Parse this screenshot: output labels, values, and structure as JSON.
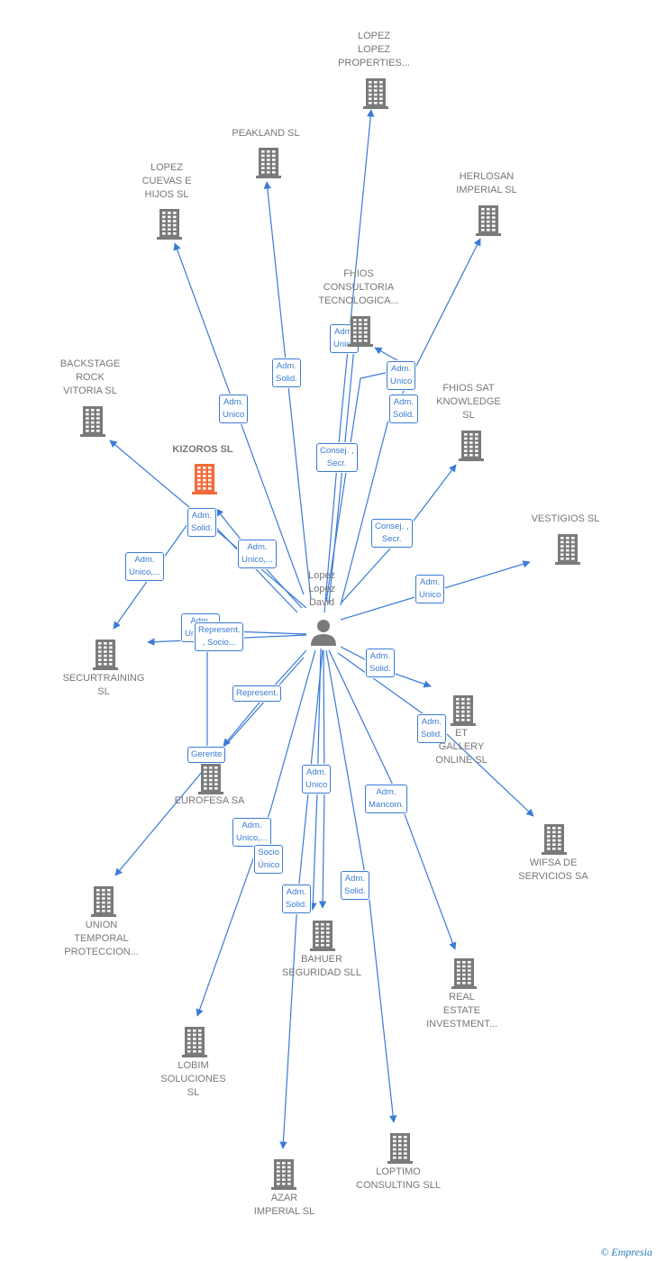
{
  "colors": {
    "edge": "#3a7bd5",
    "node_text": "#777777",
    "building": "#7a7a7a",
    "building_highlight": "#f26b3a"
  },
  "center": {
    "name": "Lopez\nLopez\nDavid",
    "icon": "person-icon"
  },
  "companies": [
    {
      "id": "lopez_lopez",
      "label": "LOPEZ\nLOPEZ\nPROPERTIES..."
    },
    {
      "id": "peakland",
      "label": "PEAKLAND SL"
    },
    {
      "id": "lopez_cuevas",
      "label": "LOPEZ\nCUEVAS E\nHIJOS SL"
    },
    {
      "id": "herlosan",
      "label": "HERLOSAN\nIMPERIAL  SL"
    },
    {
      "id": "fhios_consultoria",
      "label": "FHIOS\nCONSULTORIA\nTECNOLOGICA..."
    },
    {
      "id": "backstage",
      "label": "BACKSTAGE\nROCK\nVITORIA  SL"
    },
    {
      "id": "fhios_sat",
      "label": "FHIOS SAT\nKNOWLEDGE\nSL"
    },
    {
      "id": "kizoros",
      "label": "KIZOROS  SL",
      "highlight": true
    },
    {
      "id": "vestigios",
      "label": "VESTIGIOS SL"
    },
    {
      "id": "securtraining",
      "label": "SECURTRAINING\nSL"
    },
    {
      "id": "et_gallery",
      "label": "ET\nGALLERY\nONLINE  SL"
    },
    {
      "id": "eurofesa",
      "label": "EUROFESA SA"
    },
    {
      "id": "wifsa",
      "label": "WIFSA DE\nSERVICIOS SA"
    },
    {
      "id": "union_temporal",
      "label": "UNION\nTEMPORAL\nPROTECCION..."
    },
    {
      "id": "bahuer",
      "label": "BAHUER\nSEGURIDAD SLL"
    },
    {
      "id": "real_estate",
      "label": "REAL\nESTATE\nINVESTMENT..."
    },
    {
      "id": "lobim",
      "label": "LOBIM\nSOLUCIONES\nSL"
    },
    {
      "id": "loptimo",
      "label": "LOPTIMO\nCONSULTING SLL"
    },
    {
      "id": "azar",
      "label": "AZAR\nIMPERIAL  SL"
    }
  ],
  "roles": [
    "Adm.\nUnico",
    "Adm.\nSolid.",
    "Adm.\nUnico",
    "Adm.\nUnico",
    "Adm.\nSolid.",
    "Consej. ,\nSecr.",
    "Adm.\nSolid.",
    "Adm.\nUnico,...",
    "Adm.\nUnico,...",
    "Consej. ,\nSecr.",
    "Adm.\nUnico",
    "Adm.\nUnico,...",
    "Represent.\n, Socio...",
    "Adm.\nSolid.",
    "Represent.",
    "Adm.\nSolid.",
    "Gerente",
    "Adm.\nUnico",
    "Adm.\nMancom.",
    "Adm.\nUnico,...",
    "Socio\nÚnico",
    "Adm.\nSolid.",
    "Adm.\nSolid."
  ],
  "branding": {
    "copyright": "©",
    "name": "Empresia"
  }
}
